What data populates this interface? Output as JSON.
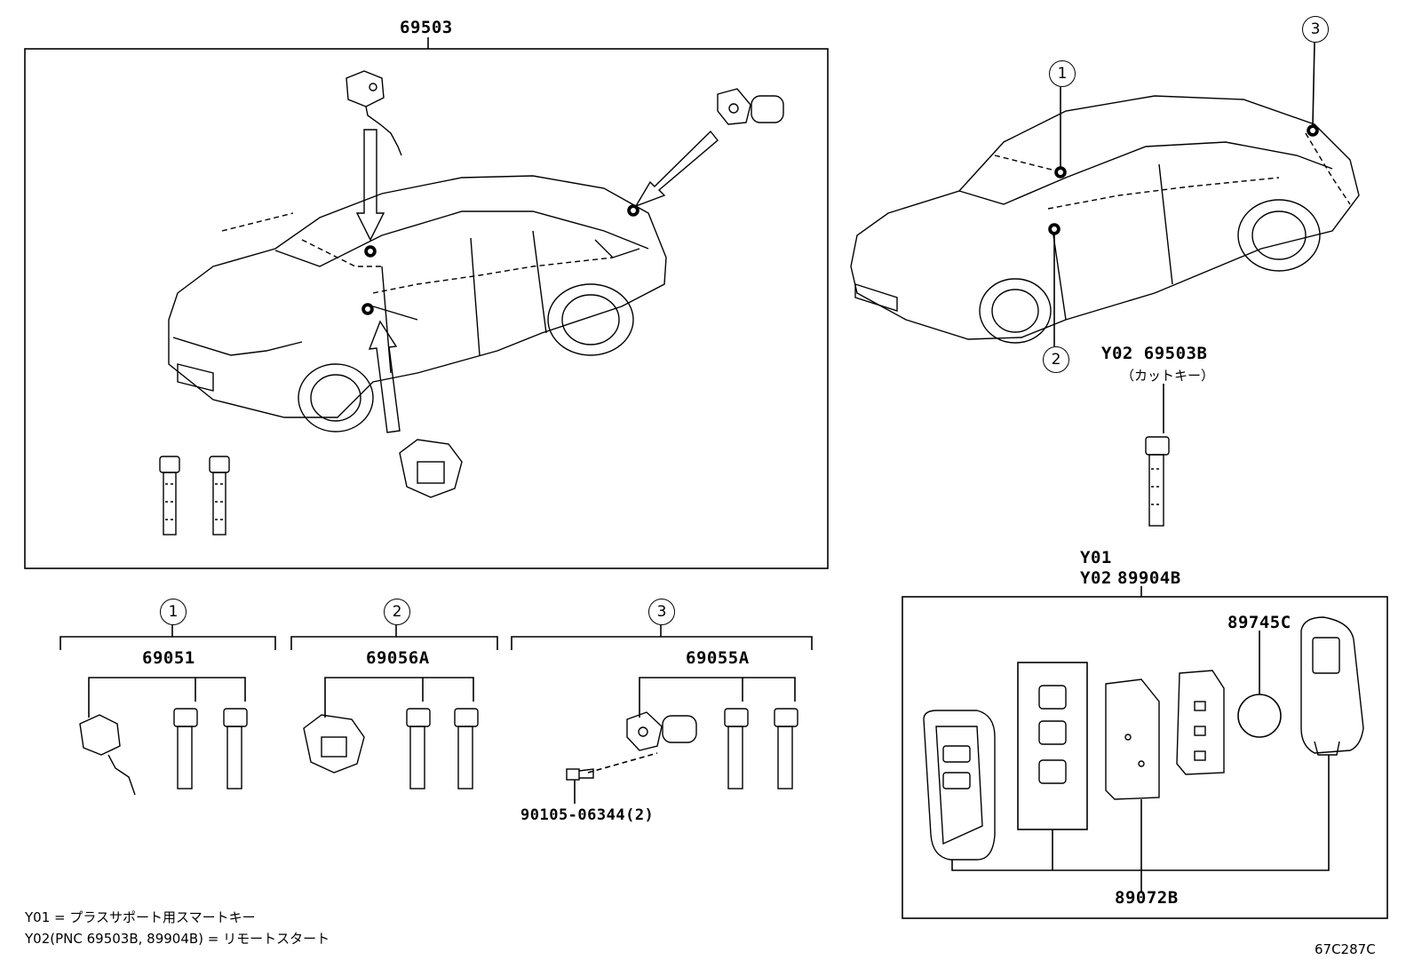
{
  "parts": {
    "top_group": "69503",
    "circle_1": "1",
    "circle_2": "2",
    "circle_3": "3",
    "cut_key_codes": "Y02 69503B",
    "cut_key_note": "（カットキー）",
    "set1_code": "69051",
    "set2_code": "69056A",
    "set3_code": "69055A",
    "screw_code": "90105-06344(2)",
    "remote_y01": "Y01",
    "remote_y02": "Y02",
    "remote_code": "89904B",
    "battery_code": "89745C",
    "board_code": "89072B"
  },
  "footnotes": {
    "line1": "Y01 = プラスサポート用スマートキー",
    "line2": "Y02(PNC 69503B, 89904B) = リモートスタート"
  },
  "diagram_id": "67C287C"
}
